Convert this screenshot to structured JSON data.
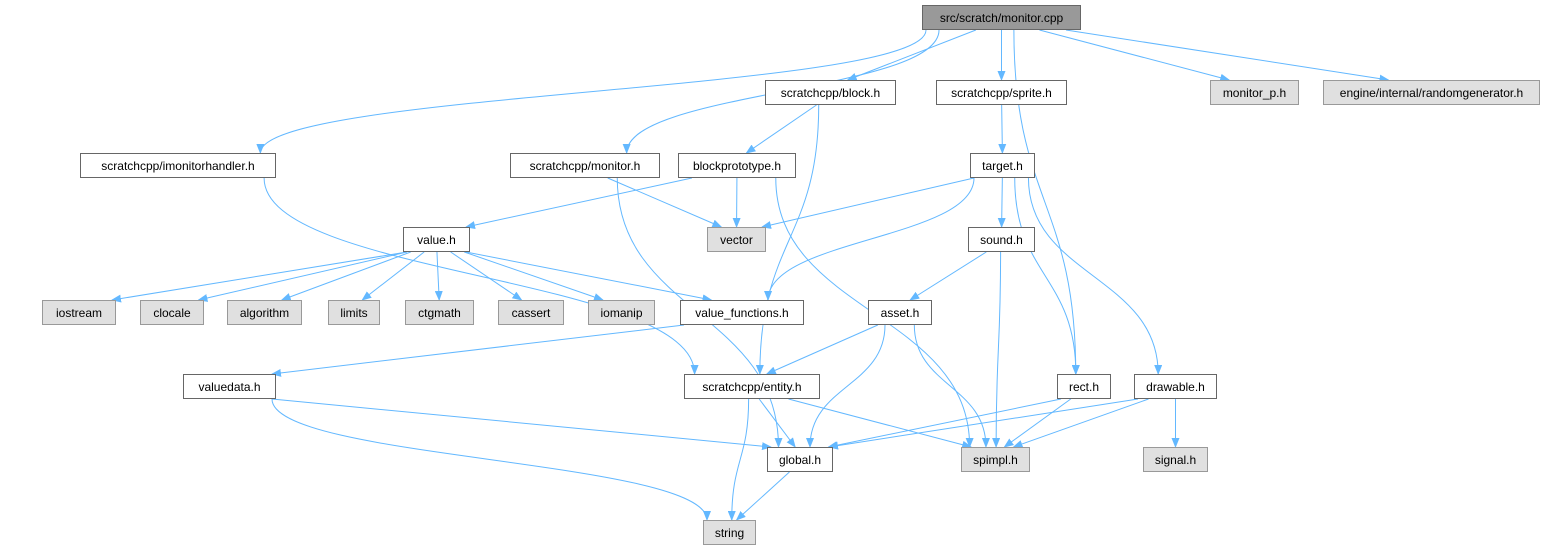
{
  "graph": {
    "edge_color": "#63b8ff",
    "nodes": [
      {
        "id": "root",
        "label": "src/scratch/monitor.cpp",
        "kind": "root"
      },
      {
        "id": "block",
        "label": "scratchcpp/block.h",
        "kind": "doc"
      },
      {
        "id": "sprite",
        "label": "scratchcpp/sprite.h",
        "kind": "doc"
      },
      {
        "id": "monitor_p",
        "label": "monitor_p.h",
        "kind": "ext"
      },
      {
        "id": "randomgen",
        "label": "engine/internal/randomgenerator.h",
        "kind": "ext"
      },
      {
        "id": "imonitorhandler",
        "label": "scratchcpp/imonitorhandler.h",
        "kind": "doc"
      },
      {
        "id": "monitor_h",
        "label": "scratchcpp/monitor.h",
        "kind": "doc"
      },
      {
        "id": "blockprototype",
        "label": "blockprototype.h",
        "kind": "doc"
      },
      {
        "id": "target",
        "label": "target.h",
        "kind": "doc"
      },
      {
        "id": "value",
        "label": "value.h",
        "kind": "doc"
      },
      {
        "id": "vector",
        "label": "vector",
        "kind": "ext"
      },
      {
        "id": "sound",
        "label": "sound.h",
        "kind": "doc"
      },
      {
        "id": "iostream",
        "label": "iostream",
        "kind": "ext"
      },
      {
        "id": "clocale",
        "label": "clocale",
        "kind": "ext"
      },
      {
        "id": "algorithm",
        "label": "algorithm",
        "kind": "ext"
      },
      {
        "id": "limits",
        "label": "limits",
        "kind": "ext"
      },
      {
        "id": "ctgmath",
        "label": "ctgmath",
        "kind": "ext"
      },
      {
        "id": "cassert",
        "label": "cassert",
        "kind": "ext"
      },
      {
        "id": "iomanip",
        "label": "iomanip",
        "kind": "ext"
      },
      {
        "id": "value_functions",
        "label": "value_functions.h",
        "kind": "doc"
      },
      {
        "id": "asset",
        "label": "asset.h",
        "kind": "doc"
      },
      {
        "id": "valuedata",
        "label": "valuedata.h",
        "kind": "doc"
      },
      {
        "id": "entity",
        "label": "scratchcpp/entity.h",
        "kind": "doc"
      },
      {
        "id": "rect",
        "label": "rect.h",
        "kind": "doc"
      },
      {
        "id": "drawable",
        "label": "drawable.h",
        "kind": "doc"
      },
      {
        "id": "global",
        "label": "global.h",
        "kind": "doc"
      },
      {
        "id": "spimpl",
        "label": "spimpl.h",
        "kind": "ext"
      },
      {
        "id": "signal",
        "label": "signal.h",
        "kind": "ext"
      },
      {
        "id": "string",
        "label": "string",
        "kind": "ext"
      }
    ],
    "edges": [
      [
        "root",
        "block"
      ],
      [
        "root",
        "sprite"
      ],
      [
        "root",
        "monitor_p"
      ],
      [
        "root",
        "randomgen"
      ],
      [
        "root",
        "imonitorhandler"
      ],
      [
        "root",
        "monitor_h"
      ],
      [
        "root",
        "rect"
      ],
      [
        "block",
        "blockprototype"
      ],
      [
        "block",
        "entity"
      ],
      [
        "sprite",
        "target"
      ],
      [
        "imonitorhandler",
        "entity"
      ],
      [
        "monitor_h",
        "vector"
      ],
      [
        "monitor_h",
        "global"
      ],
      [
        "blockprototype",
        "value"
      ],
      [
        "blockprototype",
        "vector"
      ],
      [
        "blockprototype",
        "spimpl"
      ],
      [
        "target",
        "vector"
      ],
      [
        "target",
        "value_functions"
      ],
      [
        "target",
        "sound"
      ],
      [
        "target",
        "rect"
      ],
      [
        "target",
        "drawable"
      ],
      [
        "sound",
        "asset"
      ],
      [
        "sound",
        "spimpl"
      ],
      [
        "value",
        "iostream"
      ],
      [
        "value",
        "clocale"
      ],
      [
        "value",
        "algorithm"
      ],
      [
        "value",
        "limits"
      ],
      [
        "value",
        "ctgmath"
      ],
      [
        "value",
        "cassert"
      ],
      [
        "value",
        "iomanip"
      ],
      [
        "value",
        "value_functions"
      ],
      [
        "value_functions",
        "valuedata"
      ],
      [
        "asset",
        "entity"
      ],
      [
        "asset",
        "global"
      ],
      [
        "asset",
        "spimpl"
      ],
      [
        "valuedata",
        "global"
      ],
      [
        "valuedata",
        "string"
      ],
      [
        "entity",
        "string"
      ],
      [
        "entity",
        "global"
      ],
      [
        "entity",
        "spimpl"
      ],
      [
        "rect",
        "global"
      ],
      [
        "rect",
        "spimpl"
      ],
      [
        "drawable",
        "global"
      ],
      [
        "drawable",
        "spimpl"
      ],
      [
        "drawable",
        "signal"
      ],
      [
        "global",
        "string"
      ]
    ]
  }
}
